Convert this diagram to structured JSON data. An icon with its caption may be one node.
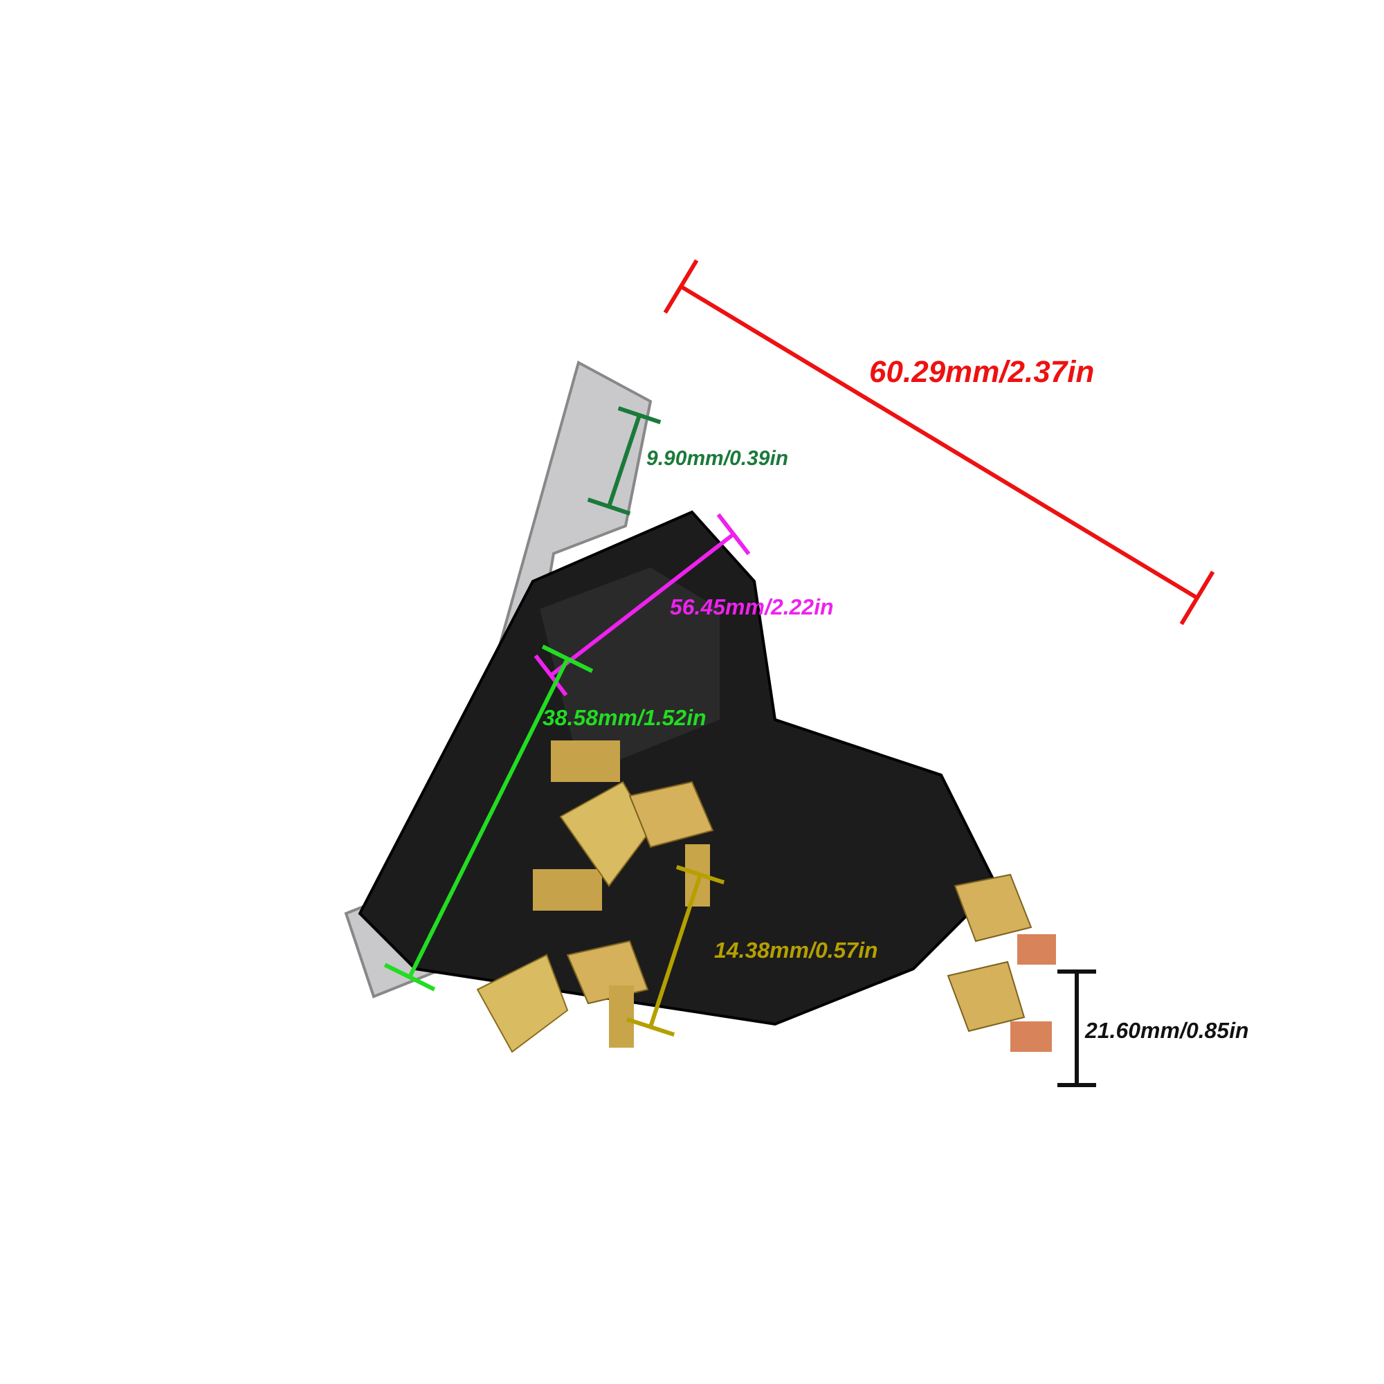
{
  "diagram": {
    "labels": [
      "60.29mm/2.37in",
      "9.90mm/0.39in",
      "56.45mm/2.22in",
      "38.58mm/1.52in",
      "14.38mm/0.57in",
      "21.60mm/0.85in"
    ]
  }
}
